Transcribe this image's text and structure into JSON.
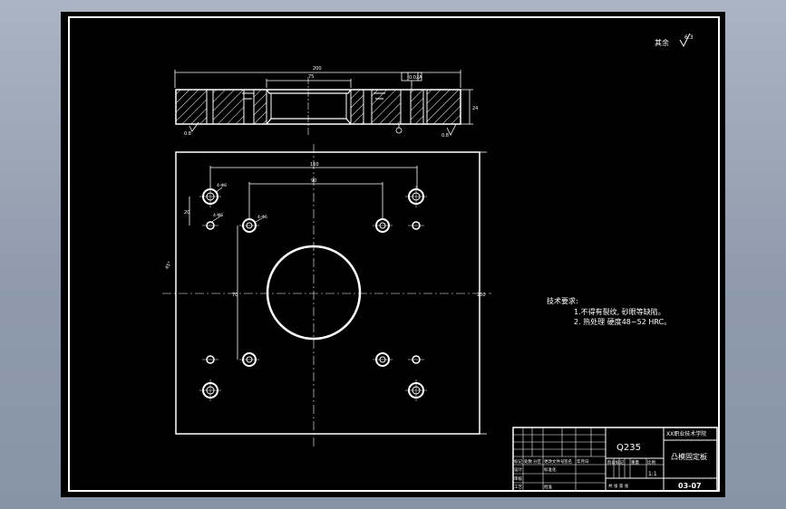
{
  "roughness": {
    "label": "其余",
    "symbol": "6.3"
  },
  "section_view": {
    "overall_length": "200",
    "center_bore": "75",
    "thickness": "24",
    "feature_frame": "0.02",
    "datum": "A",
    "roughness_left": "0.8",
    "roughness_right": "0.8"
  },
  "plan_view": {
    "width_dim": "160",
    "inner_width_dim": "90",
    "hole_spacing_v": "20",
    "hole_note_1": "4-Φ8",
    "hole_note_2": "4-M6",
    "hole_note_3": "4-Φ6",
    "angle_label": "45°",
    "height_dim": "200",
    "center_dim": "70"
  },
  "tech_requirements": {
    "heading": "技术要求:",
    "items": [
      "1.不得有裂纹, 砂眼等缺陷。",
      "2. 热处理 硬度48~52 HRC。"
    ]
  },
  "title_block": {
    "school": "XX职业技术学院",
    "material": "Q235",
    "part_name": "凸模固定板",
    "drawing_no": "03-07",
    "weight_scale": "1:1",
    "labels": {
      "mark": "标记",
      "count": "处数",
      "zone": "分区",
      "change_doc": "更改文件号",
      "sign": "签名",
      "date": "年月日",
      "design": "设计",
      "standard": "标准化",
      "stage_mark": "阶段标记",
      "weight": "重量",
      "scale": "比例",
      "check": "审核",
      "process": "工艺",
      "approve": "批准",
      "sheets": "共 张 第 张"
    }
  }
}
